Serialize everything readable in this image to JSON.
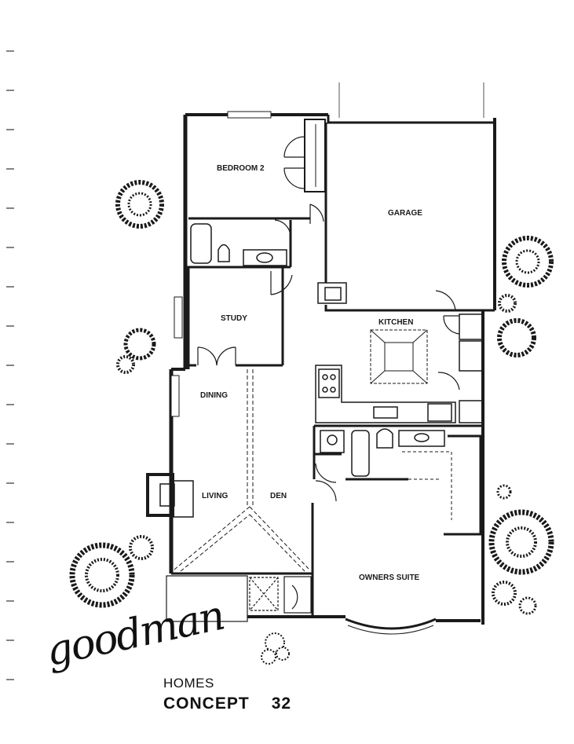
{
  "rooms": {
    "bedroom2": "BEDROOM 2",
    "garage": "GARAGE",
    "study": "STUDY",
    "kitchen": "KITCHEN",
    "dining": "DINING",
    "living": "LIVING",
    "den": "DEN",
    "owners_suite": "OWNERS SUITE"
  },
  "brand": {
    "name": "goodman",
    "sub": "HOMES",
    "model_label": "CONCEPT",
    "model_number": "32"
  },
  "colors": {
    "ink": "#1a1a1a",
    "paper": "#ffffff"
  },
  "icons": [
    "shrub-icon",
    "tree-icon",
    "fireplace-icon",
    "range-icon",
    "bathtub-icon",
    "toilet-icon",
    "sink-icon",
    "door-swing-icon"
  ]
}
